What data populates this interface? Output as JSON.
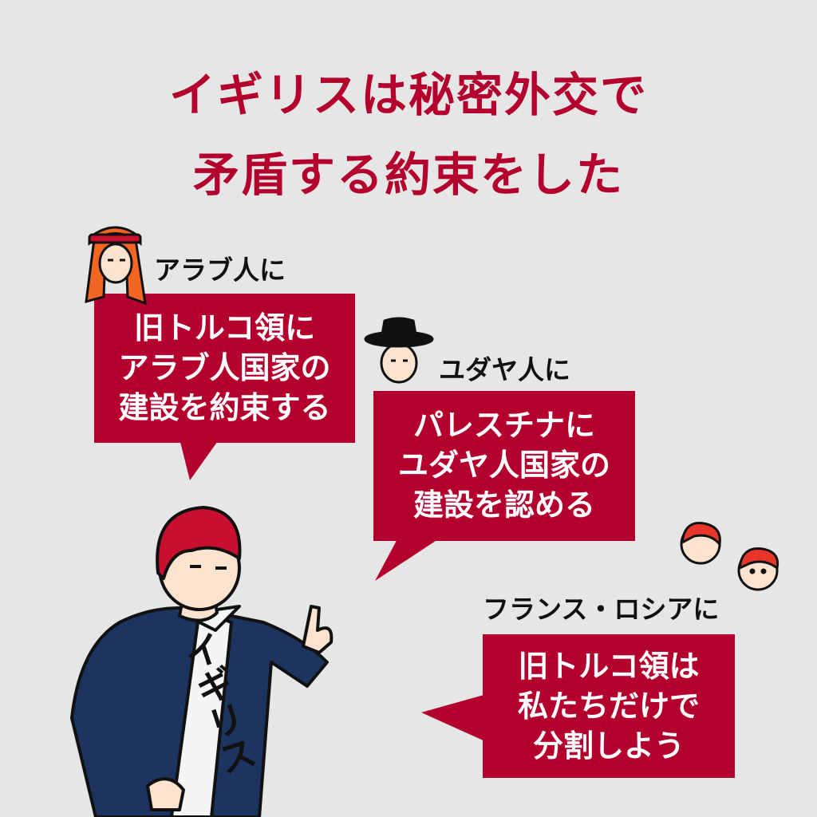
{
  "title": {
    "line1": "イギリスは秘密外交で",
    "line2": "矛盾する約束をした"
  },
  "colors": {
    "accent": "#b4002c",
    "background": "#e6e6e6",
    "shirt": "#1d3461",
    "hair": "#c8102e"
  },
  "groups": [
    {
      "label": "アラブ人に",
      "icon": "arab-person-icon",
      "promise": [
        "旧トルコ領に",
        "アラブ人国家の",
        "建設を約束する"
      ]
    },
    {
      "label": "ユダヤ人に",
      "icon": "jewish-person-icon",
      "promise": [
        "パレスチナに",
        "ユダヤ人国家の",
        "建設を認める"
      ]
    },
    {
      "label": "フランス・ロシアに",
      "icon": "french-russian-people-icon",
      "promise": [
        "旧トルコ領は",
        "私たちだけで",
        "分割しよう"
      ]
    }
  ],
  "character": {
    "sash": "イギリス"
  }
}
